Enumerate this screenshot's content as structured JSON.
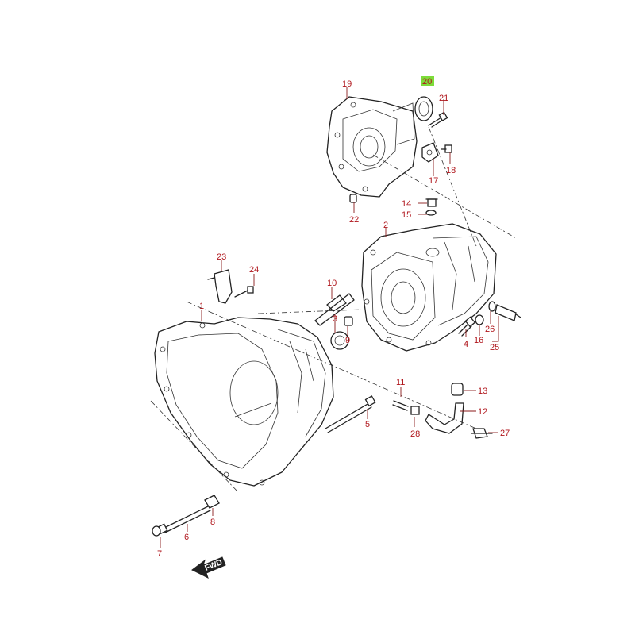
{
  "diagram": {
    "highlight_color": "#7ddc3a",
    "label_color": "#b0161c",
    "highlighted_part": "20",
    "direction_badge": "FWD",
    "callouts": [
      {
        "id": "p1",
        "text": "1"
      },
      {
        "id": "p2",
        "text": "2"
      },
      {
        "id": "p3",
        "text": "3"
      },
      {
        "id": "p4",
        "text": "4"
      },
      {
        "id": "p5",
        "text": "5"
      },
      {
        "id": "p6",
        "text": "6"
      },
      {
        "id": "p7",
        "text": "7"
      },
      {
        "id": "p8",
        "text": "8"
      },
      {
        "id": "p9",
        "text": "9"
      },
      {
        "id": "p10",
        "text": "10"
      },
      {
        "id": "p11",
        "text": "11"
      },
      {
        "id": "p12",
        "text": "12"
      },
      {
        "id": "p13",
        "text": "13"
      },
      {
        "id": "p14",
        "text": "14"
      },
      {
        "id": "p15",
        "text": "15"
      },
      {
        "id": "p16",
        "text": "16"
      },
      {
        "id": "p17",
        "text": "17"
      },
      {
        "id": "p18",
        "text": "18"
      },
      {
        "id": "p19",
        "text": "19"
      },
      {
        "id": "p20",
        "text": "20"
      },
      {
        "id": "p21",
        "text": "21"
      },
      {
        "id": "p22",
        "text": "22"
      },
      {
        "id": "p23",
        "text": "23"
      },
      {
        "id": "p24",
        "text": "24"
      },
      {
        "id": "p25",
        "text": "25"
      },
      {
        "id": "p26",
        "text": "26"
      },
      {
        "id": "p27",
        "text": "27"
      },
      {
        "id": "p28",
        "text": "28"
      }
    ]
  }
}
